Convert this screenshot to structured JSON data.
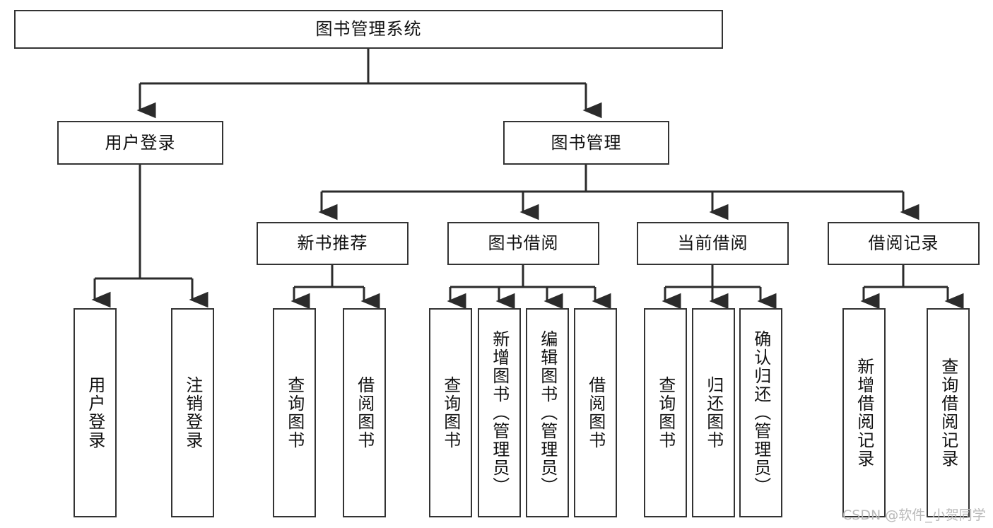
{
  "diagram": {
    "type": "tree-hierarchy",
    "root": {
      "label": "图书管理系统"
    },
    "level2": [
      {
        "label": "用户登录"
      },
      {
        "label": "图书管理"
      }
    ],
    "level3": [
      {
        "label": "新书推荐"
      },
      {
        "label": "图书借阅"
      },
      {
        "label": "当前借阅"
      },
      {
        "label": "借阅记录"
      }
    ],
    "leaves": {
      "user_login": [
        {
          "label": "用户登录"
        },
        {
          "label": "注销登录"
        }
      ],
      "new_book_recommend": [
        {
          "label": "查询图书"
        },
        {
          "label": "借阅图书"
        }
      ],
      "book_borrow": [
        {
          "label": "查询图书"
        },
        {
          "label": "新增图书（管理员）"
        },
        {
          "label": "编辑图书（管理员）"
        },
        {
          "label": "借阅图书"
        }
      ],
      "current_borrow": [
        {
          "label": "查询图书"
        },
        {
          "label": "归还图书"
        },
        {
          "label": "确认归还（管理员）"
        }
      ],
      "borrow_record": [
        {
          "label": "新增借阅记录"
        },
        {
          "label": "查询借阅记录"
        }
      ]
    }
  },
  "watermark": {
    "text": "CSDN @软件_小贺同学"
  },
  "colors": {
    "box_border": "#333333",
    "box_fill": "#ffffff",
    "text": "#111111",
    "edge": "#2b2b2b",
    "watermark": "#b9b9b9",
    "background": "#ffffff"
  }
}
